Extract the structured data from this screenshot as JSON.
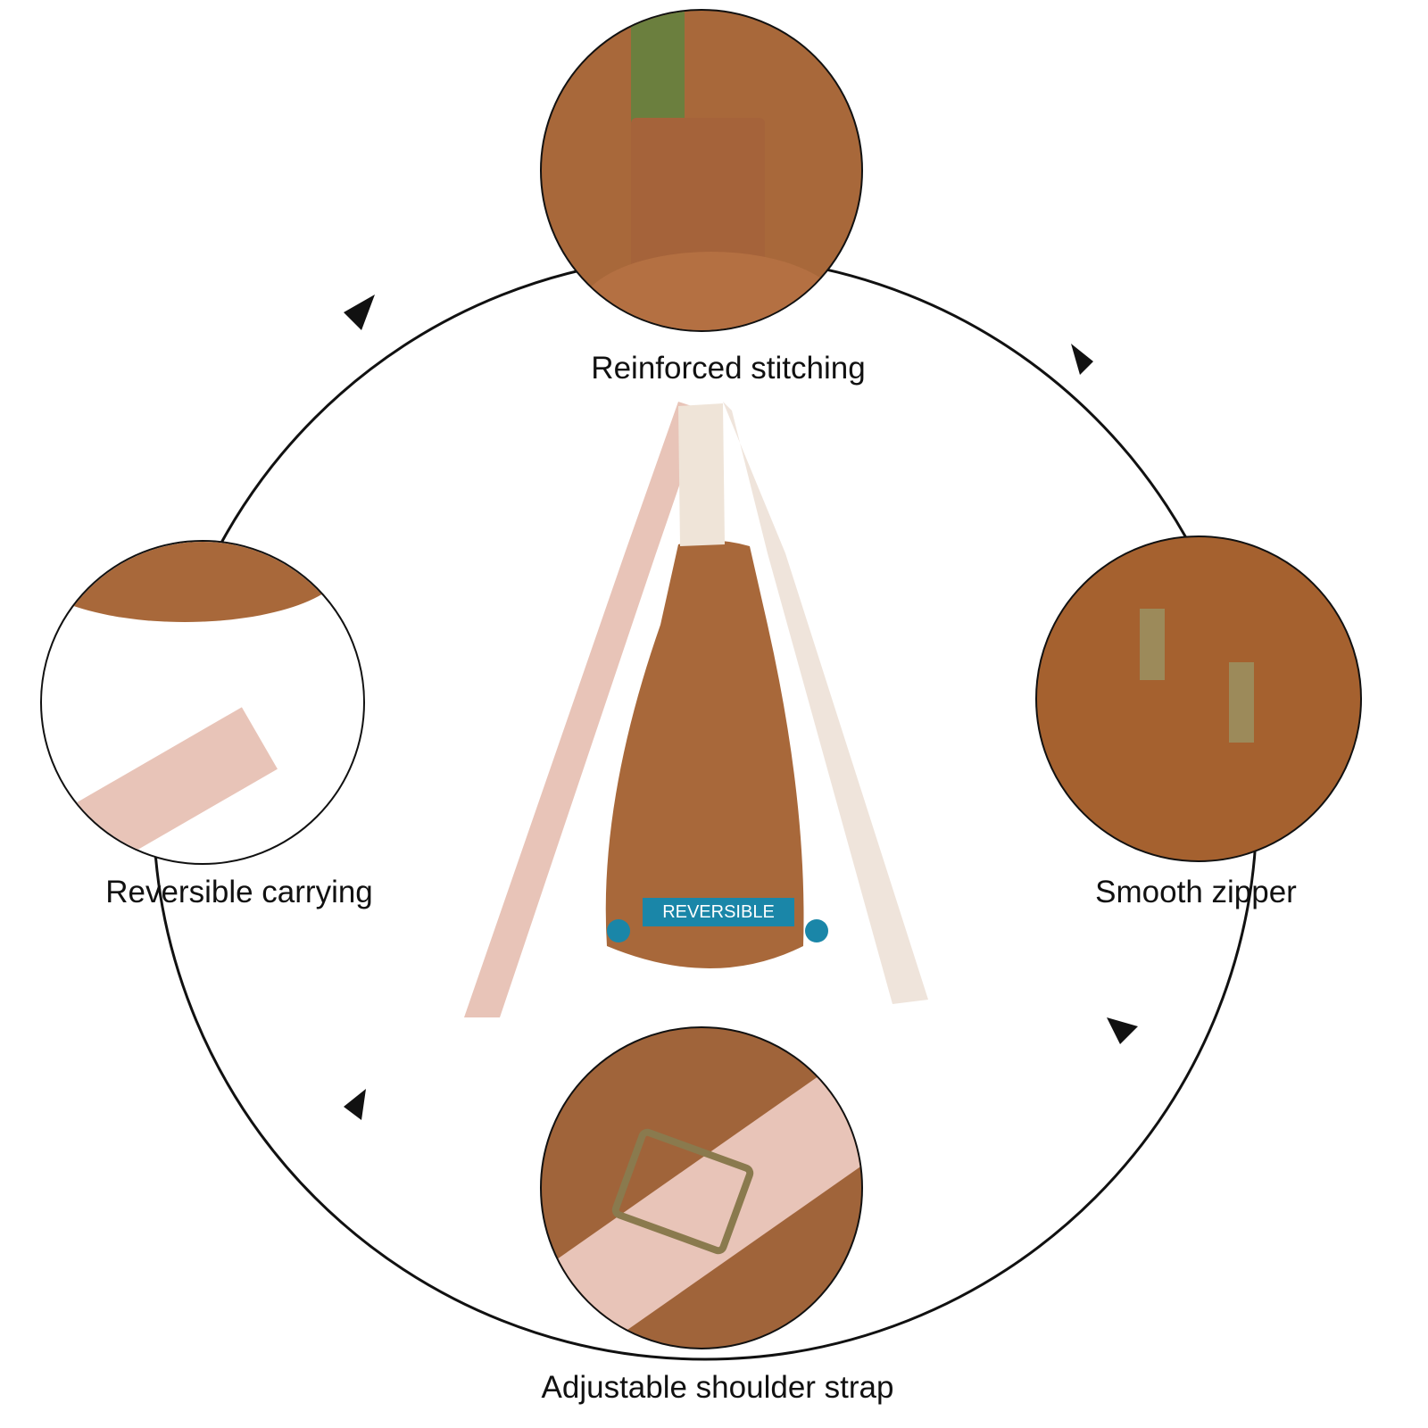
{
  "features": [
    {
      "id": "top",
      "label": "Reinforced stitching",
      "icon": "strap-stitching-closeup"
    },
    {
      "id": "right",
      "label": "Smooth zipper",
      "icon": "zipper-closeup"
    },
    {
      "id": "bottom",
      "label": "Adjustable shoulder strap",
      "icon": "strap-buckle-closeup"
    },
    {
      "id": "left",
      "label": "Reversible carrying",
      "icon": "clasp-hook-closeup"
    }
  ],
  "center": {
    "badge": "REVERSIBLE",
    "product": "sling-bag"
  },
  "colors": {
    "leather": "#a8683a",
    "accent": "#1a86a8",
    "strap_green": "#6b7f3e",
    "strap_pink": "#e8c4b8",
    "ring": "#111111"
  }
}
